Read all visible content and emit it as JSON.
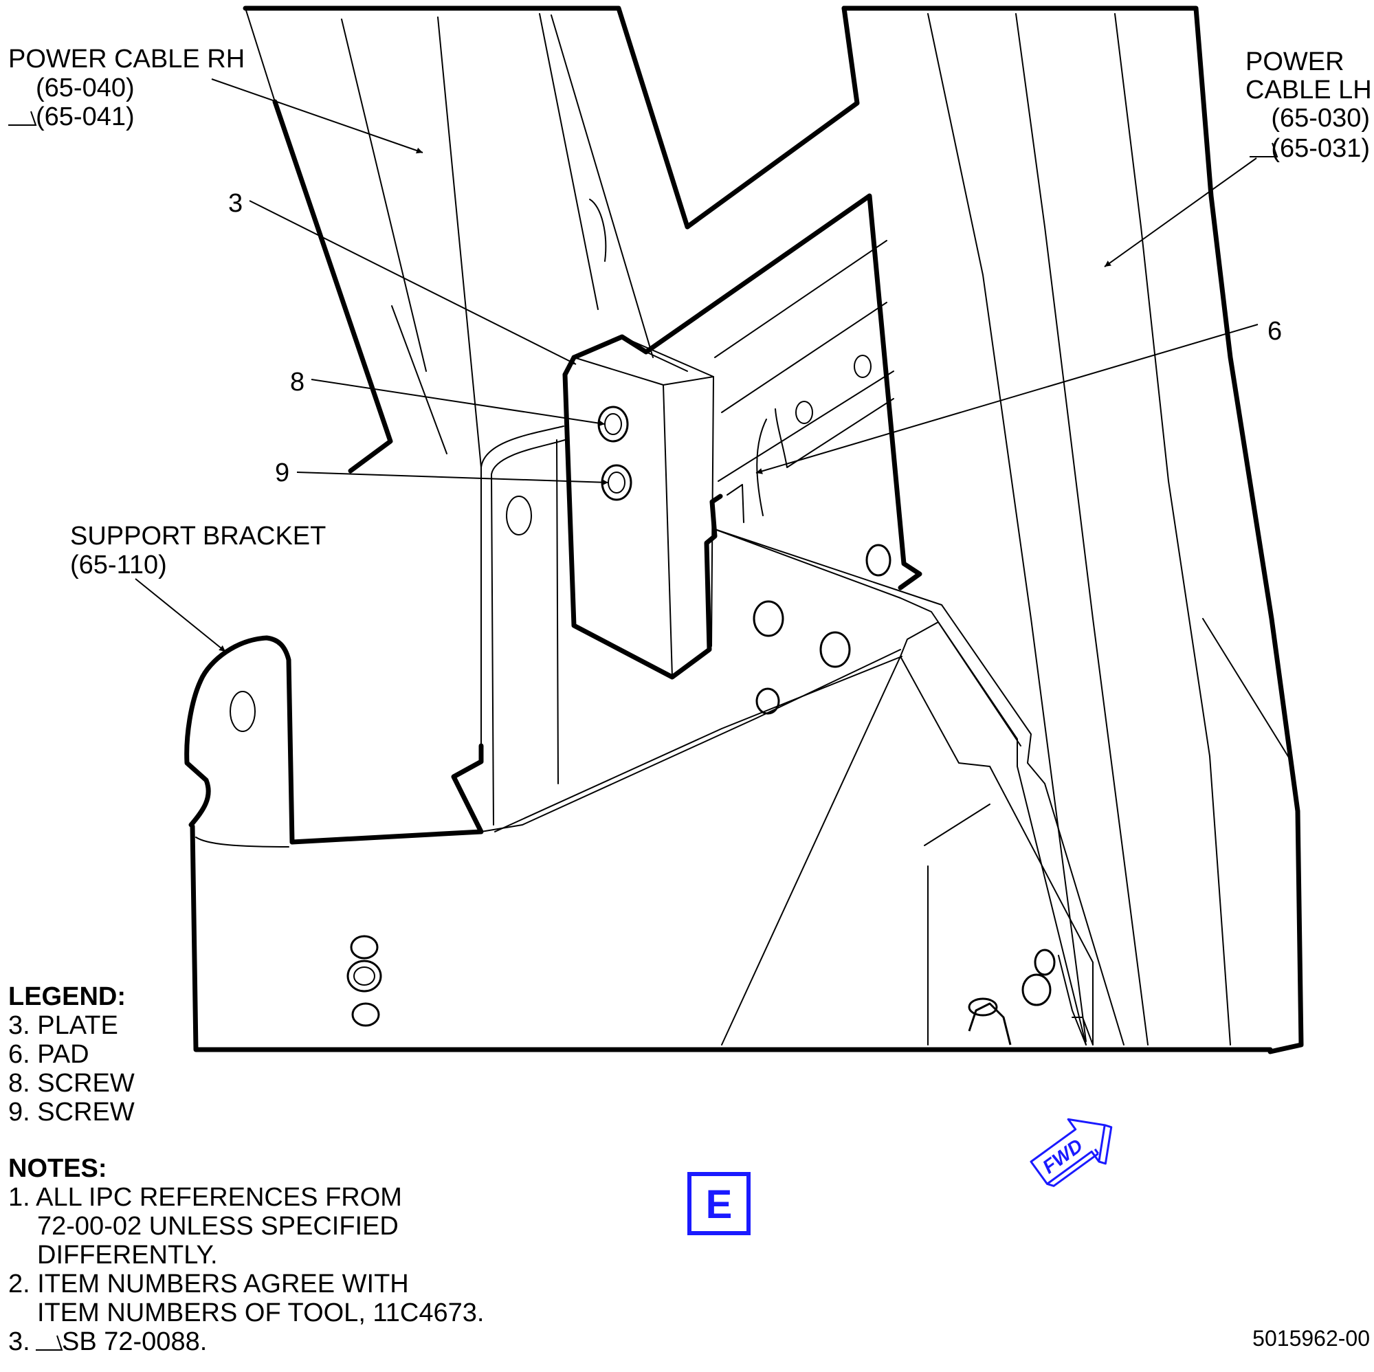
{
  "callouts": {
    "power_cable_rh": {
      "name": "POWER CABLE RH",
      "ref": "(65-040)",
      "ref_sb": "(65-041)"
    },
    "power_cable_lh": {
      "name_line1": "POWER",
      "name_line2": "CABLE LH",
      "ref": "(65-030)",
      "ref_sb": "(65-031)"
    },
    "support_bracket": {
      "name": "SUPPORT BRACKET",
      "ref": "(65-110)"
    },
    "item_3": "3",
    "item_6": "6",
    "item_8": "8",
    "item_9": "9"
  },
  "legend": {
    "title": "LEGEND:",
    "items": [
      "3. PLATE",
      "6. PAD",
      "8. SCREW",
      "9. SCREW"
    ]
  },
  "notes": {
    "title": "NOTES:",
    "lines": [
      "1. ALL IPC REFERENCES FROM",
      "72-00-02 UNLESS SPECIFIED",
      "DIFFERENTLY.",
      "2. ITEM NUMBERS AGREE WITH",
      "ITEM NUMBERS OF TOOL, 11C4673.",
      "3."
    ],
    "note3_text": "SB 72-0088."
  },
  "view_label": "E",
  "fwd_label": "FWD",
  "drawing_number": "5015962-00",
  "colors": {
    "line": "#000000",
    "accent_blue": "#1a1aff",
    "background": "#ffffff"
  }
}
